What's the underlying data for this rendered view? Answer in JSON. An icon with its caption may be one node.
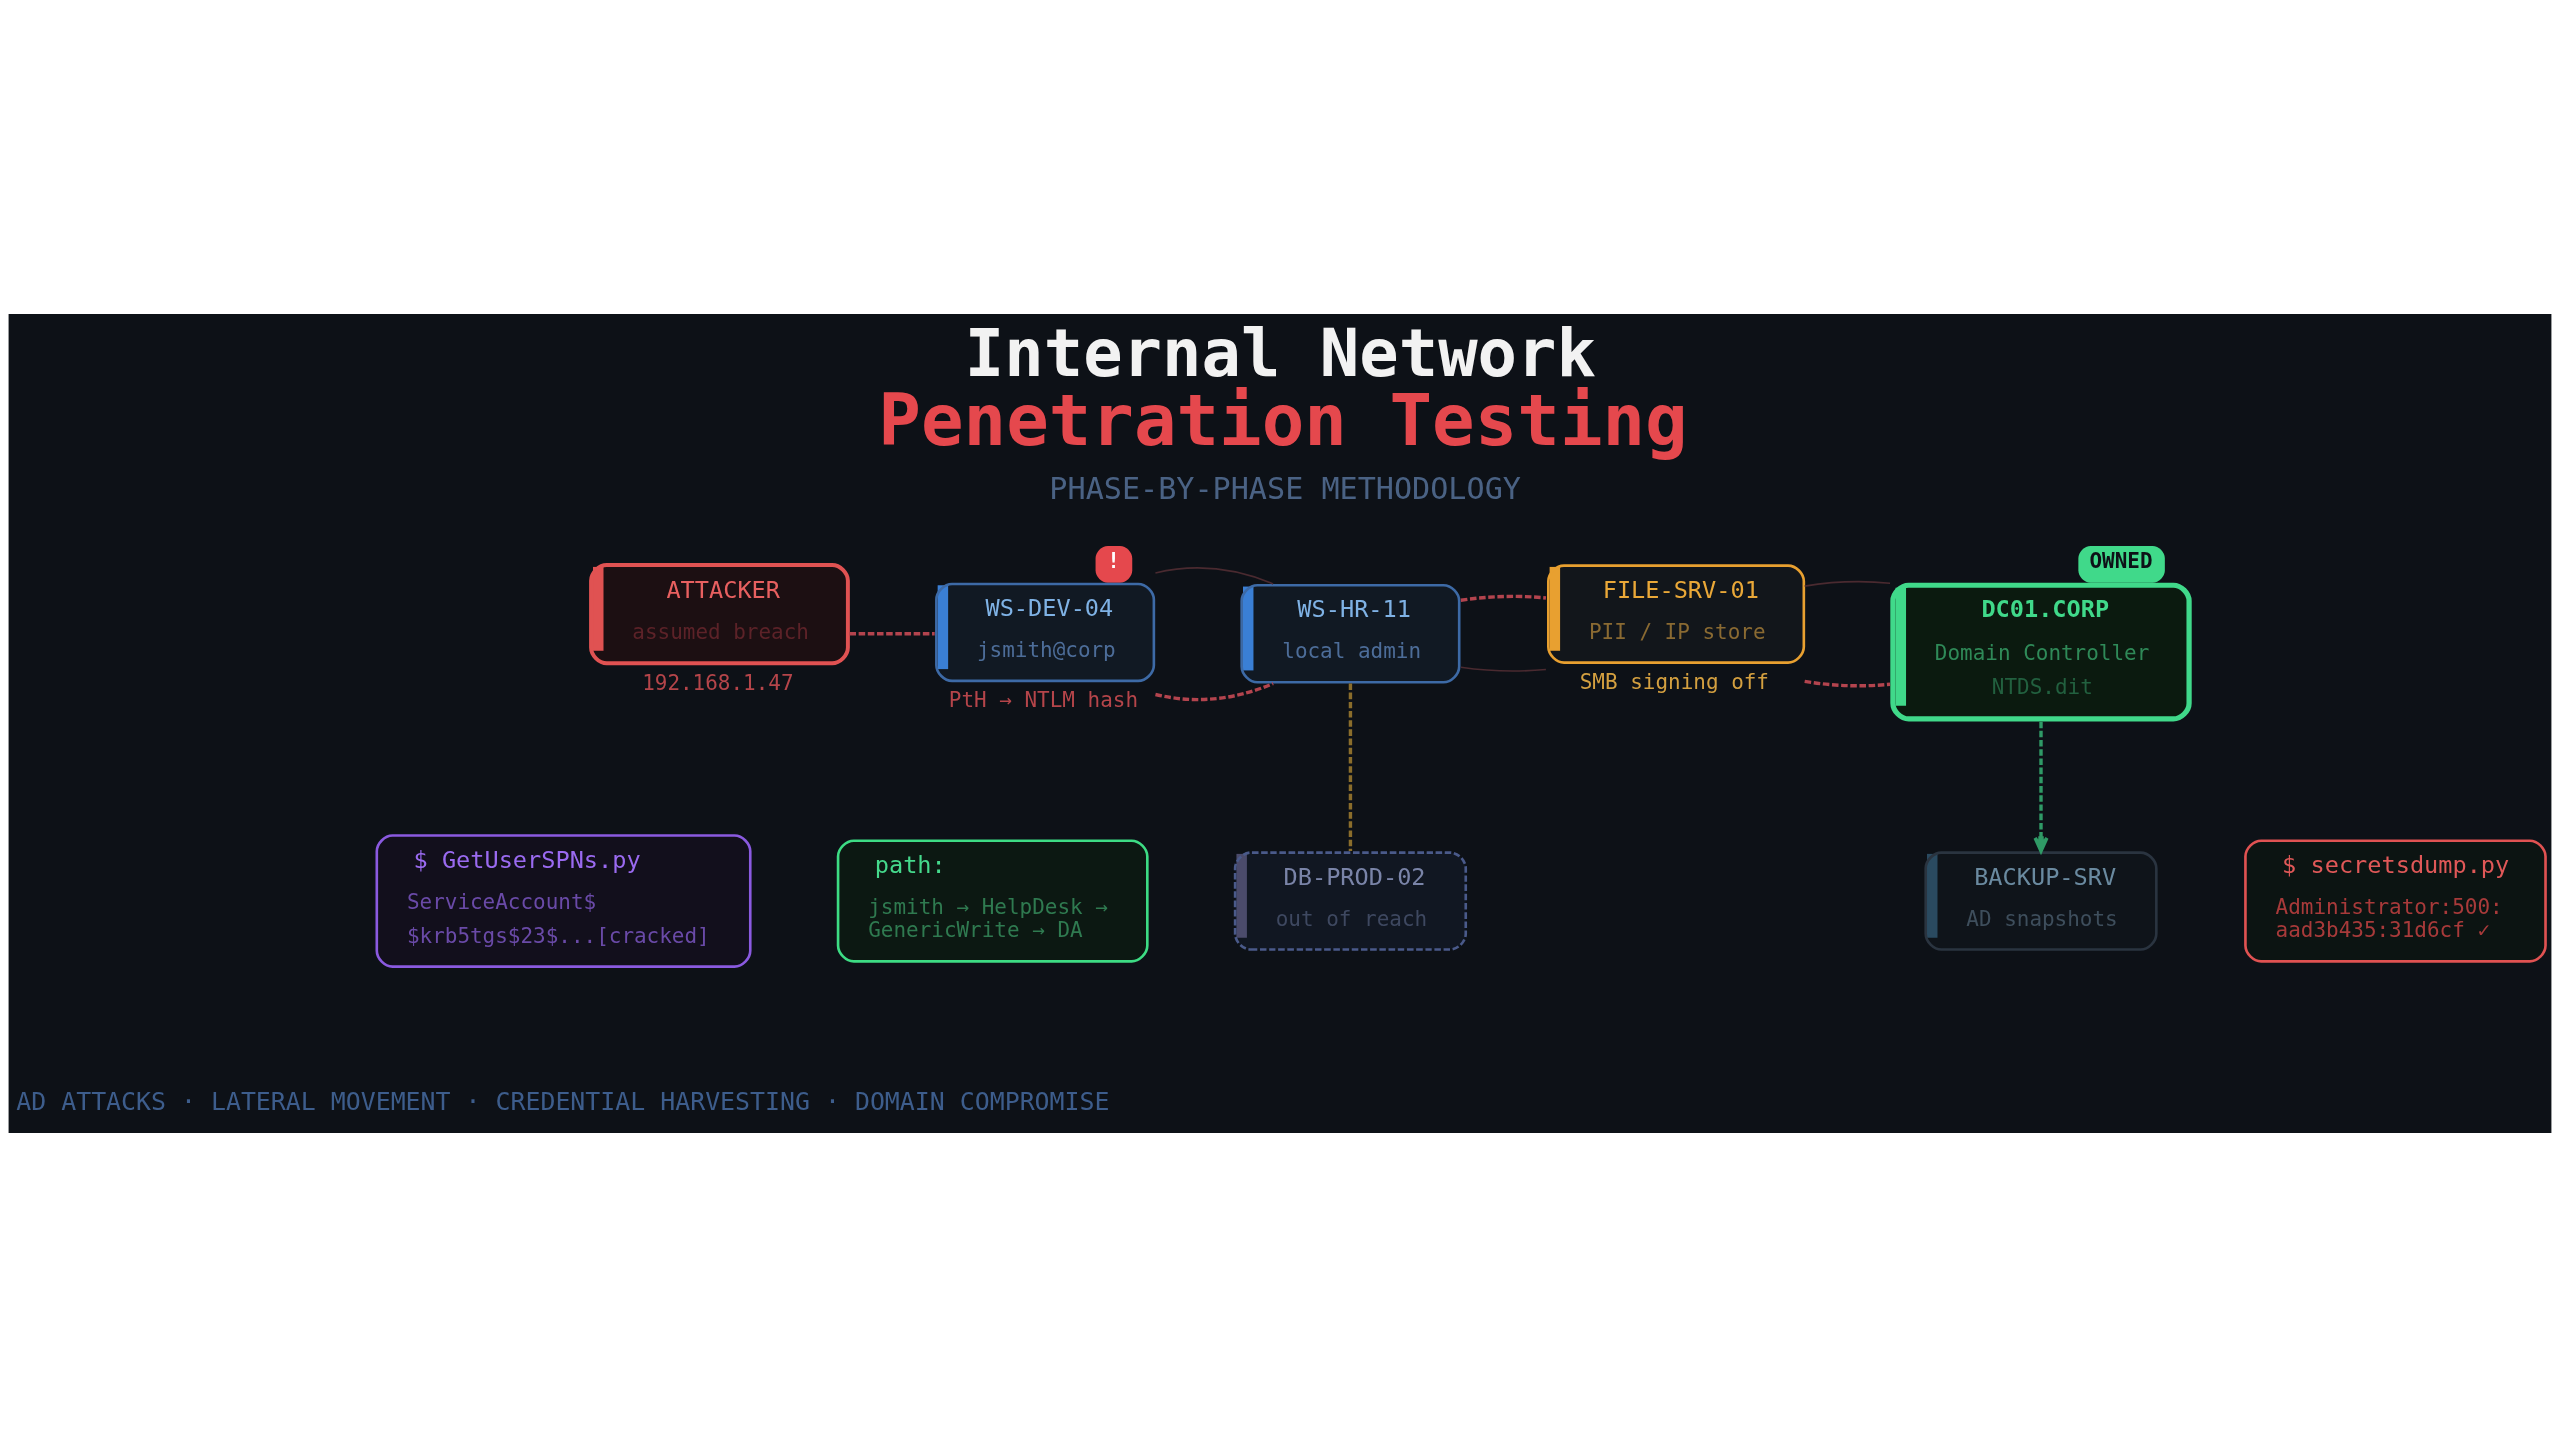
{
  "diagram": {
    "title": "Internal Network Penetration Testing",
    "caption": "PHASE-BY-PHASE METHODOLOGY",
    "nodes": [
      {
        "text": [
          "ATTACKER",
          "assumed breach"
        ],
        "beside": [
          "192.168.1.47"
        ]
      },
      {
        "text": [
          "!",
          "WS-DEV-04",
          "jsmith@corp"
        ],
        "beside": [
          "PtH → NTLM hash"
        ]
      },
      {
        "text": [
          "WS-HR-11",
          "local admin"
        ]
      },
      {
        "text": [
          "FILE-SRV-01",
          "PII / IP store"
        ],
        "beside": [
          "SMB signing off"
        ]
      },
      {
        "text": [
          "OWNED",
          "DC01.CORP",
          "Domain Controller",
          "NTDS.dit"
        ]
      },
      {
        "text": [
          "DB-PROD-02",
          "out of reach"
        ]
      },
      {
        "text": [
          "BACKUP-SRV",
          "AD snapshots"
        ]
      },
      {
        "text": [
          "$ GetUserSPNs.py",
          "ServiceAccount$",
          "$krb5tgs$23$...[cracked]"
        ]
      },
      {
        "text": [
          "path:",
          "jsmith → HelpDesk → GenericWrite → DA"
        ]
      },
      {
        "text": [
          "$ secretsdump.py",
          "Administrator:500: aad3b435:31d6cf ✓"
        ]
      }
    ],
    "edges": [
      {
        "from": 0,
        "to": 1,
        "arrow": "none",
        "style": "dashed"
      },
      {
        "from": 1,
        "to": 2,
        "arrow": "none",
        "style": "dashed"
      },
      {
        "from": 1,
        "to": 2,
        "arrow": "none",
        "color": "#4a2a30"
      },
      {
        "from": 2,
        "to": 3,
        "arrow": "none",
        "color": "#4a2a30"
      },
      {
        "from": 2,
        "to": 3,
        "arrow": "none",
        "style": "dashed"
      },
      {
        "from": 3,
        "to": 4,
        "arrow": "none",
        "style": "dashed"
      },
      {
        "from": 3,
        "to": 4,
        "arrow": "none",
        "color": "#4a2a30"
      },
      {
        "from": 2,
        "to": 5,
        "arrow": "none",
        "style": "dashed",
        "color": "#8a6d2b"
      },
      {
        "from": 4,
        "to": 6,
        "arrow": "to",
        "style": "dashed",
        "color": "#2f9a66"
      }
    ],
    "labels": [
      "AD ATTACKS · LATERAL MOVEMENT · CREDENTIAL HARVESTING · DOMAIN COMPROMISE"
    ]
  }
}
